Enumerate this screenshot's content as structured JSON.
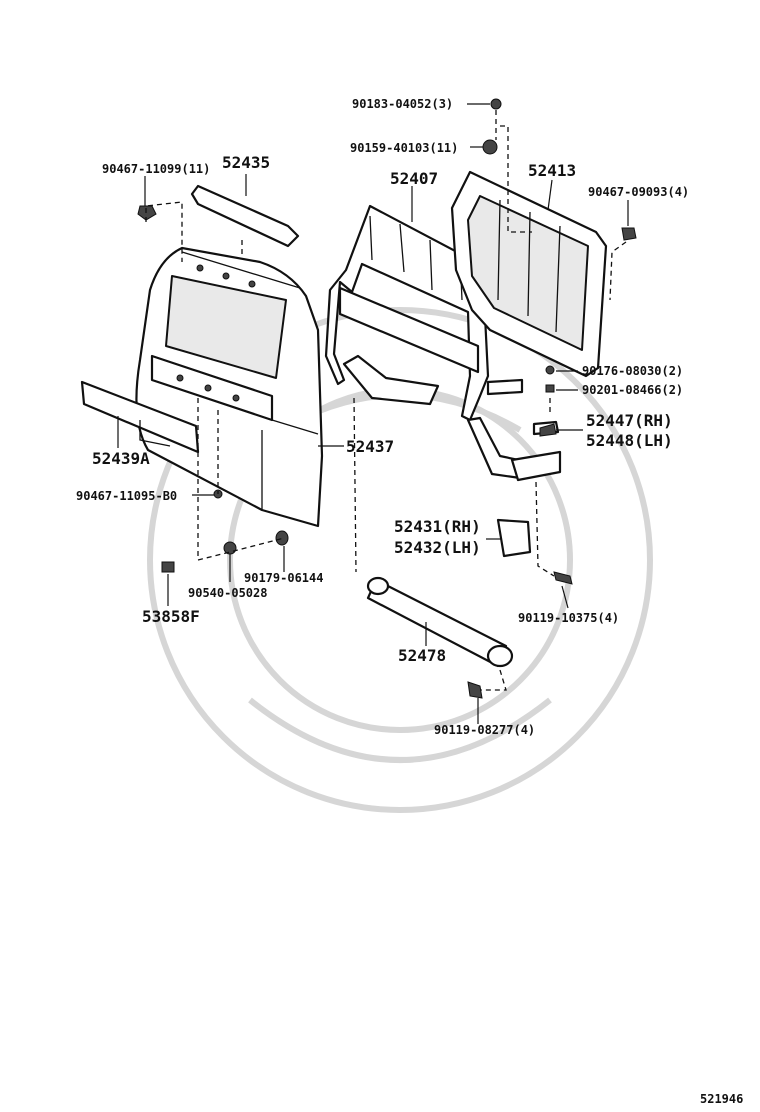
{
  "parts": {
    "p90183": "90183-04052(3)",
    "p90159": "90159-40103(11)",
    "p52413": "52413",
    "p52407": "52407",
    "p90467_09093": "90467-09093(4)",
    "p90467_11099": "90467-11099(11)",
    "p52435": "52435",
    "p90176": "90176-08030(2)",
    "p90201": "90201-08466(2)",
    "p52447": "52447(RH)",
    "p52448": "52448(LH)",
    "p52439A": "52439A",
    "p52437": "52437",
    "p90467_11095": "90467-11095-B0",
    "p52431": "52431(RH)",
    "p52432": "52432(LH)",
    "p90540": "90540-05028",
    "p90179": "90179-06144",
    "p53858F": "53858F",
    "p90119_10375": "90119-10375(4)",
    "p52478": "52478",
    "p90119_08277": "90119-08277(4)"
  },
  "diagram_id": "521946"
}
